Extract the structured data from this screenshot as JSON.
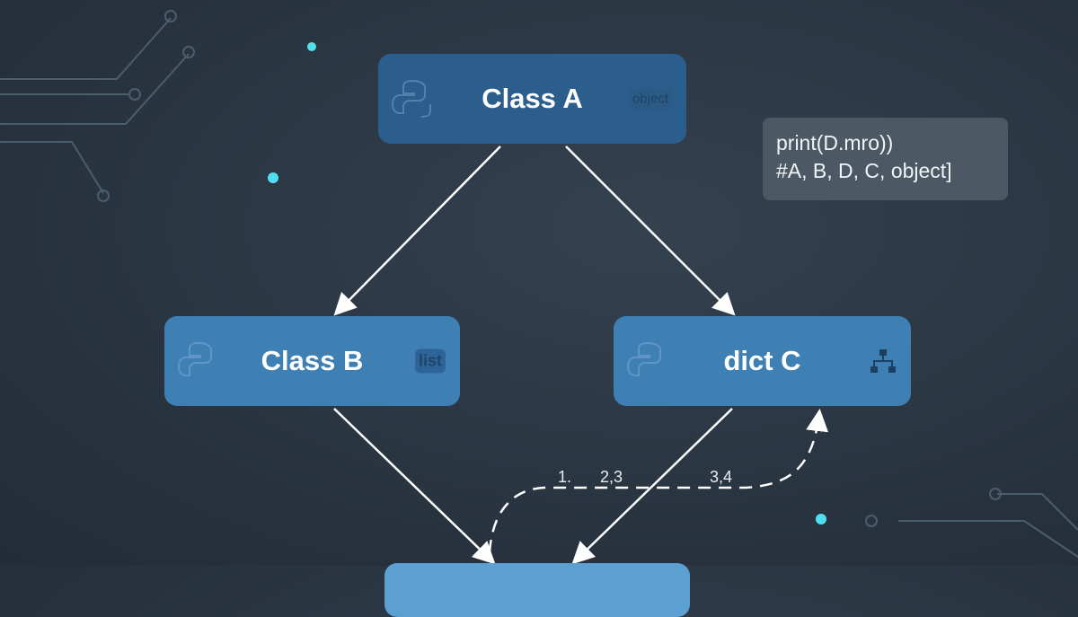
{
  "nodes": {
    "a": {
      "label": "Class A",
      "badge": "object"
    },
    "b": {
      "label": "Class B",
      "badge": "list"
    },
    "c": {
      "label": "dict C"
    }
  },
  "code": {
    "line1": "print(D.mro))",
    "line2": "#A, B, D, C, object]"
  },
  "path_labels": [
    "1.",
    "2,3",
    "3,4"
  ],
  "colors": {
    "accent": "#3e7fb4",
    "glow": "#4fe0f0"
  }
}
